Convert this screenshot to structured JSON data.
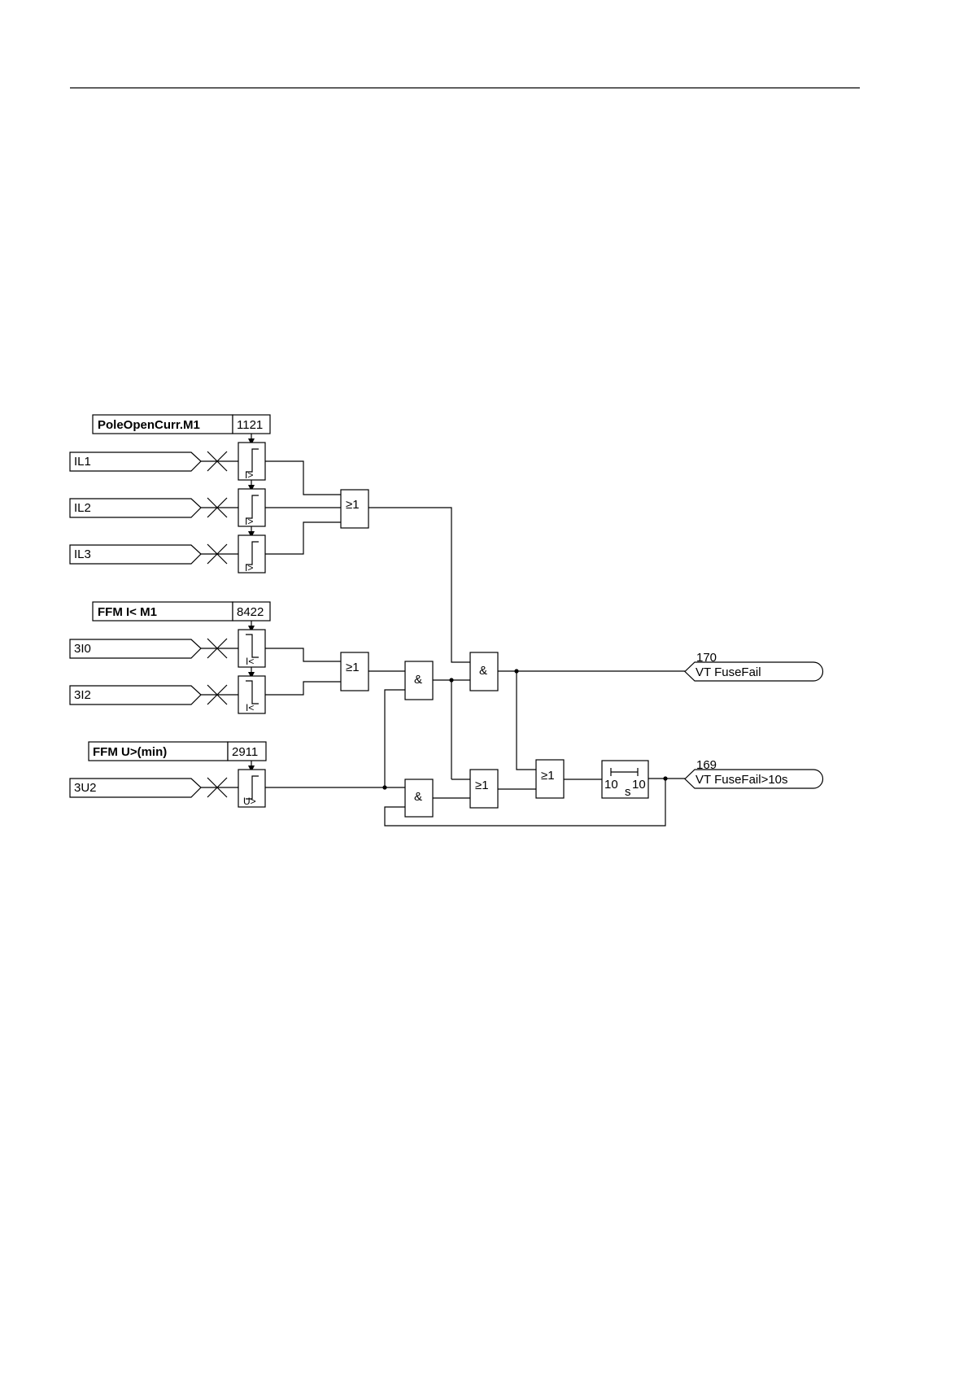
{
  "settings": {
    "pole_open": {
      "name": "PoleOpenCurr.M1",
      "address": "1121"
    },
    "ffm_i": {
      "name": "FFM I< M1",
      "address": "8422"
    },
    "ffm_u": {
      "name": "FFM U>(min)",
      "address": "2911"
    }
  },
  "inputs": {
    "il1": "IL1",
    "il2": "IL2",
    "il3": "IL3",
    "i0": "3I0",
    "i2": "3I2",
    "u2": "3U2"
  },
  "comparators": {
    "over_current": "I>",
    "under_current": "I<",
    "over_voltage": "U>"
  },
  "gates": {
    "or": "≥1",
    "and": "&"
  },
  "timer": {
    "left": "10",
    "unit": "s",
    "right": "10"
  },
  "outputs": [
    {
      "number": "170",
      "label": "VT FuseFail"
    },
    {
      "number": "169",
      "label": "VT FuseFail>10s"
    }
  ]
}
